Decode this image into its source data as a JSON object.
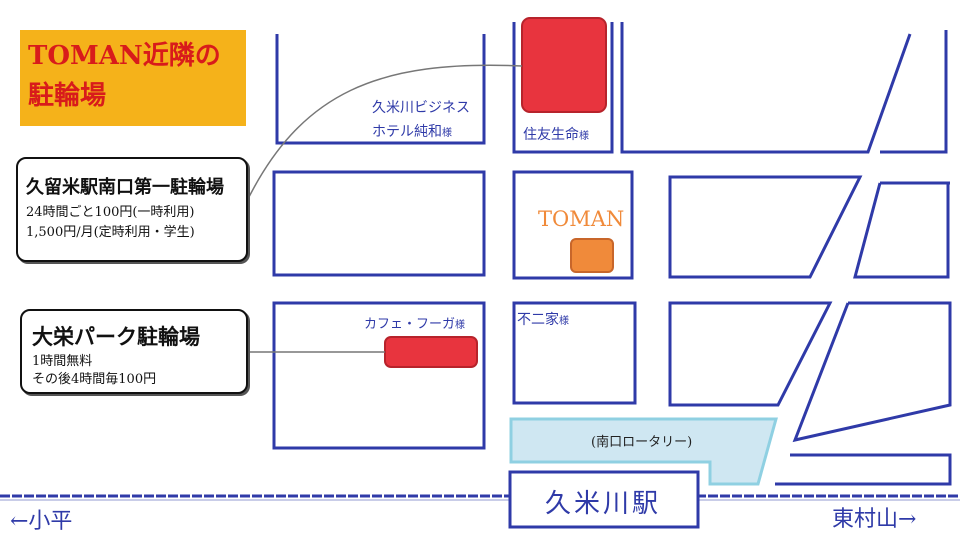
{
  "title": {
    "line1": "TOMAN近隣の",
    "line2": "駐輪場"
  },
  "parking_1": {
    "name": "久留米駅南口第一駐輪場",
    "line1": "24時間ごと100円(一時利用)",
    "line2": "1,500円/月(定時利用・学生)"
  },
  "parking_2": {
    "name": "大栄パーク駐輪場",
    "line1": "1時間無料",
    "line2": "その後4時間毎100円"
  },
  "labels": {
    "hotel_line1": "久米川ビジネス",
    "hotel_line2": "ホテル純和",
    "hotel_suffix": "様",
    "sumitomo": "住友生命",
    "sumitomo_suffix": "様",
    "toman": "TOMAN",
    "cafe": "カフェ・フーガ",
    "cafe_suffix": "様",
    "funiya": "不二家",
    "funiya_suffix": "様",
    "rotary": "(南口ロータリー)",
    "station": "久米川駅",
    "west": "←小平",
    "east": "東村山→"
  },
  "colors": {
    "block_outline": "#2f3aa8",
    "parking_fill": "#e8343e",
    "toman_fill": "#f08a3a",
    "rotary_fill": "#cfe7f2",
    "rotary_outline": "#8fd0e2",
    "title_bg": "#f5b21a",
    "title_text": "#d81b1b",
    "railway": "#2f3aa8"
  },
  "icons": [
    "arrow-left-icon",
    "arrow-right-icon"
  ]
}
